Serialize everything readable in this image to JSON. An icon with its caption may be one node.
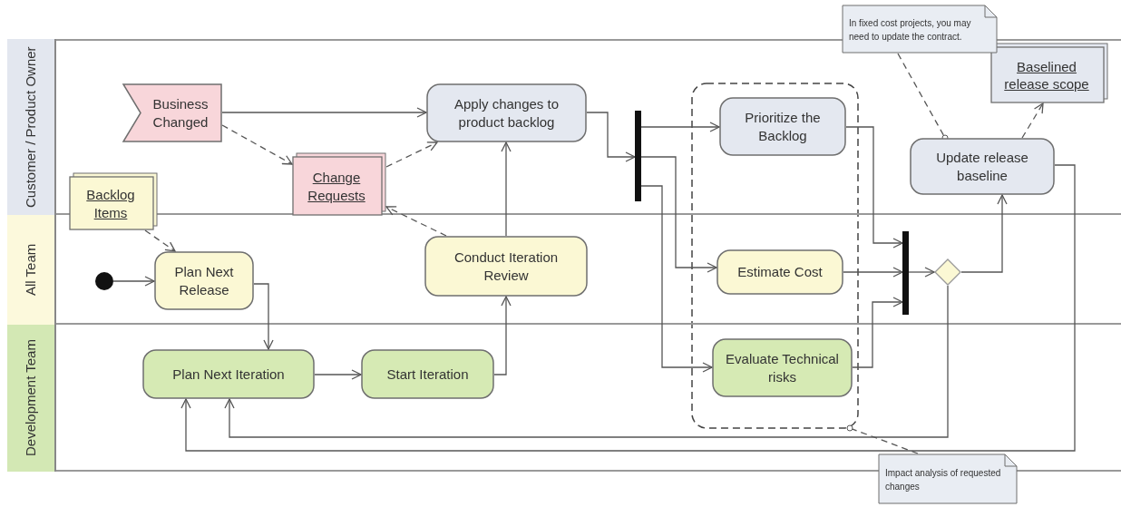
{
  "diagram": {
    "nodes": [
      {
        "text": [
          "Customer / Product Owner"
        ]
      },
      {
        "text": [
          "All Team"
        ]
      },
      {
        "text": [
          "Development Team"
        ]
      },
      {
        "text": [
          "In fixed cost projects, you may need to update the contract."
        ]
      },
      {
        "text": [
          "Business Changed"
        ],
        "in": 0
      },
      {
        "text": [
          "Apply changes to product backlog"
        ],
        "in": 0
      },
      {
        "text": [
          "Change Requests"
        ],
        "in": 0
      },
      {
        "text": [
          "Backlog Items"
        ]
      },
      {
        "text": [],
        "shape": "bar",
        "in": 0
      },
      {
        "text": [
          "Prioritize the Backlog"
        ],
        "in": 0
      },
      {
        "text": [
          "Update release baseline"
        ],
        "in": 0
      },
      {
        "text": [
          "Baselined release scope"
        ],
        "in": 0
      },
      {
        "text": [],
        "shape": "circle",
        "in": 1
      },
      {
        "text": [
          "Plan Next Release"
        ],
        "in": 1
      },
      {
        "text": [
          "Conduct Iteration Review"
        ],
        "in": 1
      },
      {
        "text": [
          "Estimate Cost"
        ],
        "in": 1
      },
      {
        "text": [],
        "shape": "bar",
        "in": 1
      },
      {
        "text": [],
        "shape": "diamond",
        "in": 1
      },
      {
        "text": [
          "Plan Next Iteration"
        ],
        "in": 2
      },
      {
        "text": [
          "Start Iteration"
        ],
        "in": 2
      },
      {
        "text": [
          "Evaluate Technical risks"
        ],
        "in": 2
      },
      {
        "text": [
          "Impact analysis of requested changes"
        ]
      }
    ],
    "edges": [
      {
        "from": 4,
        "to": 5,
        "arrow": "to"
      },
      {
        "from": 4,
        "to": 6,
        "arrow": "to",
        "style": "dashed"
      },
      {
        "from": 6,
        "to": 5,
        "arrow": "to",
        "style": "dashed"
      },
      {
        "from": 14,
        "to": 6,
        "arrow": "to",
        "style": "dashed"
      },
      {
        "from": 14,
        "to": 5,
        "arrow": "to"
      },
      {
        "from": 5,
        "to": 8,
        "arrow": "to"
      },
      {
        "from": 8,
        "to": 9,
        "arrow": "to"
      },
      {
        "from": 8,
        "to": 15,
        "arrow": "to"
      },
      {
        "from": 8,
        "to": 20,
        "arrow": "to"
      },
      {
        "from": 9,
        "to": 16,
        "arrow": "to"
      },
      {
        "from": 15,
        "to": 16,
        "arrow": "to"
      },
      {
        "from": 20,
        "to": 16,
        "arrow": "to"
      },
      {
        "from": 16,
        "to": 17,
        "arrow": "to"
      },
      {
        "from": 17,
        "to": 10,
        "arrow": "to"
      },
      {
        "from": 17,
        "to": 18,
        "arrow": "to"
      },
      {
        "from": 10,
        "to": 18,
        "arrow": "to"
      },
      {
        "from": 10,
        "to": 11,
        "arrow": "to",
        "style": "dashed"
      },
      {
        "from": 3,
        "to": 10,
        "arrow": "other",
        "style": "dashed"
      },
      {
        "from": 21,
        "to": null,
        "arrow": "other",
        "style": "dashed"
      },
      {
        "from": 7,
        "to": 13,
        "arrow": "to",
        "style": "dashed"
      },
      {
        "from": 12,
        "to": 13,
        "arrow": "to"
      },
      {
        "from": 13,
        "to": 18,
        "arrow": "to"
      },
      {
        "from": 18,
        "to": 19,
        "arrow": "to"
      },
      {
        "from": 19,
        "to": 14,
        "arrow": "to"
      }
    ]
  }
}
